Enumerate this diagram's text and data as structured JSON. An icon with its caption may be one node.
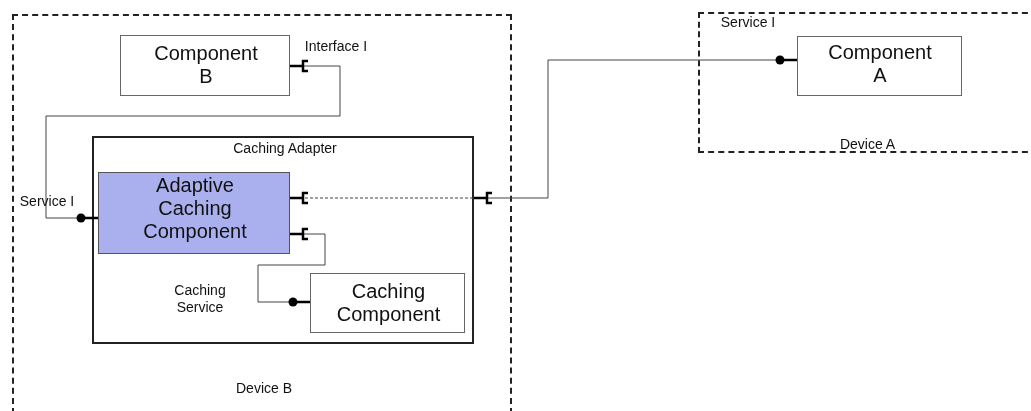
{
  "diagram": {
    "nodes": [
      {
        "text": [
          "Device B"
        ]
      },
      {
        "text": [
          "Component B"
        ],
        "in": 0,
        "beside": [
          "Interface I"
        ]
      },
      {
        "text": [
          "Caching Adapter"
        ],
        "in": 0
      },
      {
        "text": [
          "Adaptive Caching Component"
        ],
        "in": 2,
        "beside": [
          "Service I"
        ]
      },
      {
        "text": [
          "Caching Component"
        ],
        "in": 2
      },
      {
        "text": [
          "Device A"
        ]
      },
      {
        "text": [
          "Component A"
        ],
        "in": 5,
        "beside": [
          "Service I"
        ]
      }
    ],
    "edges": [
      {
        "from": 1,
        "to": 3,
        "arrow": "other"
      },
      {
        "from": 3,
        "to": 2,
        "arrow": "other",
        "style": "dashed"
      },
      {
        "from": 2,
        "to": 6,
        "arrow": "other"
      },
      {
        "from": 3,
        "to": 4,
        "arrow": "other"
      }
    ],
    "labels": [
      "Caching Service"
    ]
  }
}
